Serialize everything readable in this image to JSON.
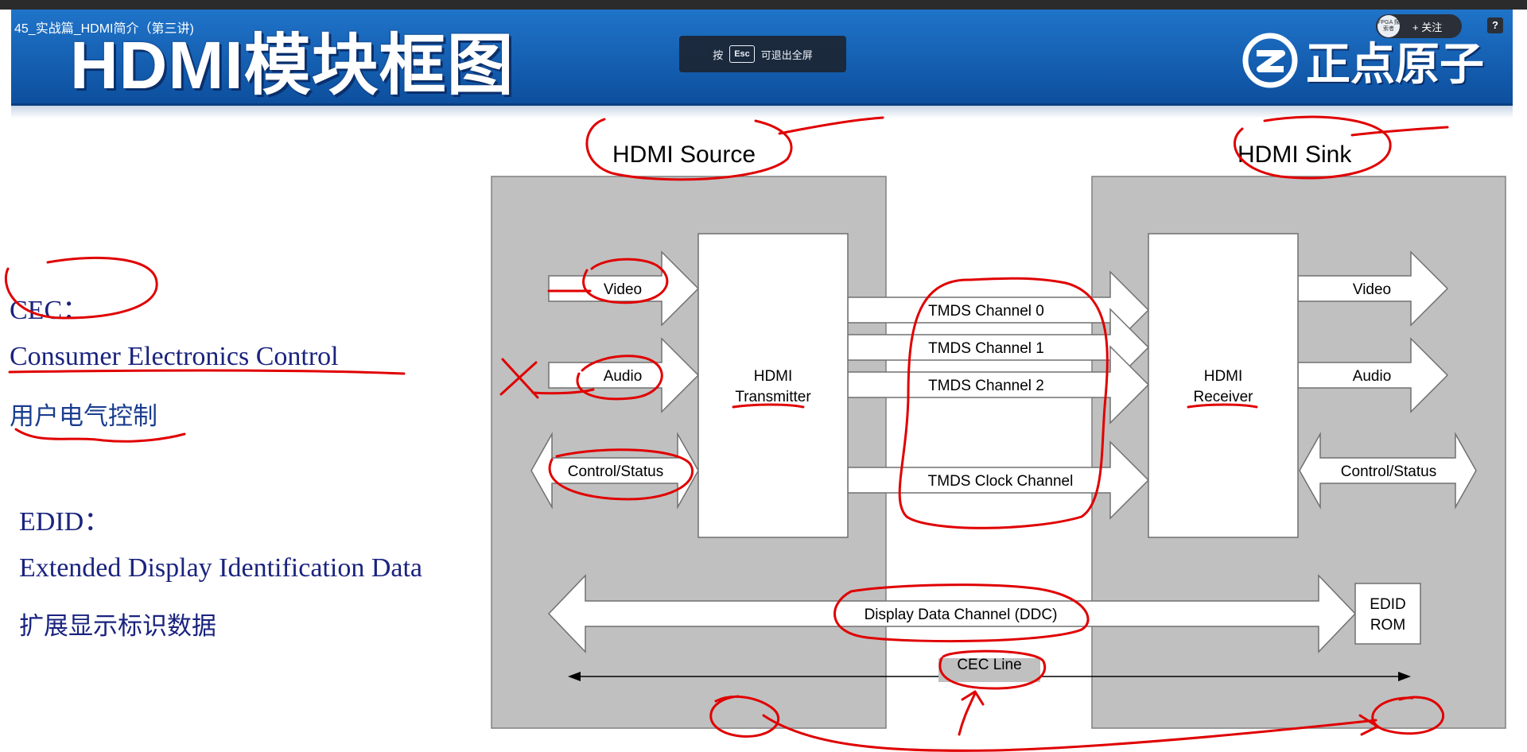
{
  "player": {
    "video_title": "45_实战篇_HDMI简介（第三讲)",
    "esc_hint_before": "按",
    "esc_key": "Esc",
    "esc_hint_after": "可退出全屏",
    "follow_label": "+ 关注",
    "avatar_text": "FPGA 探索者",
    "help_label": "?"
  },
  "slide": {
    "title": "HDMI模块框图",
    "brand_name": "正点原子"
  },
  "notes": {
    "cec_heading": "CEC：",
    "cec_full": "Consumer Electronics Control",
    "cec_cn": "用户电气控制",
    "edid_heading": "EDID：",
    "edid_full": "Extended Display Identification Data",
    "edid_cn": "扩展显示标识数据"
  },
  "diagram": {
    "source_title": "HDMI Source",
    "sink_title": "HDMI Sink",
    "transmitter_line1": "HDMI",
    "transmitter_line2": "Transmitter",
    "receiver_line1": "HDMI",
    "receiver_line2": "Receiver",
    "src_video": "Video",
    "src_audio": "Audio",
    "src_control": "Control/Status",
    "sink_video": "Video",
    "sink_audio": "Audio",
    "sink_control": "Control/Status",
    "tmds0": "TMDS Channel 0",
    "tmds1": "TMDS Channel 1",
    "tmds2": "TMDS Channel 2",
    "tmds_clock": "TMDS Clock Channel",
    "ddc": "Display Data Channel (DDC)",
    "edid_rom_line1": "EDID",
    "edid_rom_line2": "ROM",
    "cec_line": "CEC Line"
  },
  "colors": {
    "banner": "#1763b6",
    "block_fill": "#c0c0c0",
    "annotation": "#e00000",
    "note_text": "#1a237e"
  }
}
